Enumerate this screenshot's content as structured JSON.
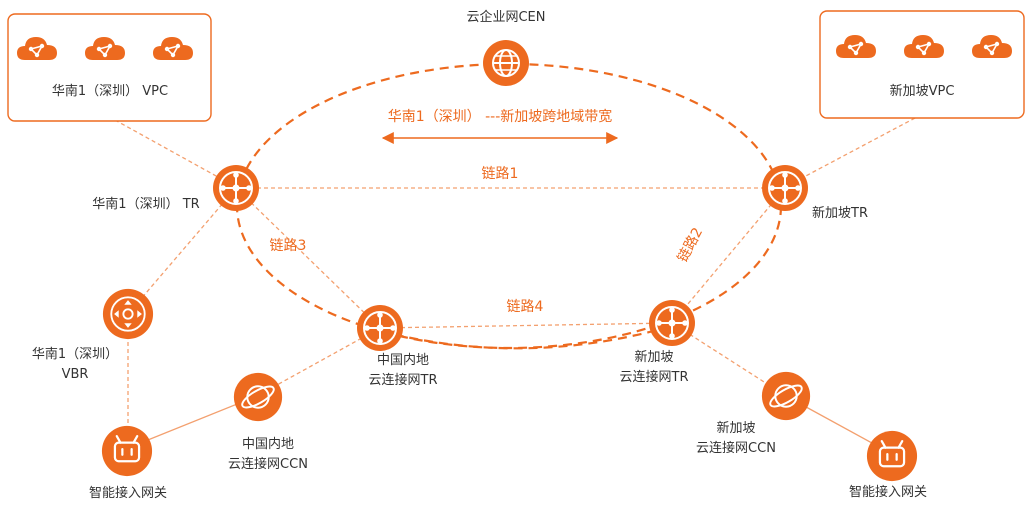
{
  "title": "云企业网CEN",
  "bandwidth_label": "华南1（深圳） ---新加坡跨地域带宽",
  "colors": {
    "accent": "#ED6A1F",
    "accent_light": "#F3A06F",
    "text": "#333333"
  },
  "vpcs": [
    {
      "label": "华南1（深圳） VPC",
      "icons": [
        "cloud-icon",
        "cloud-icon",
        "cloud-icon"
      ]
    },
    {
      "label": "新加坡VPC",
      "icons": [
        "cloud-icon",
        "cloud-icon",
        "cloud-icon"
      ]
    }
  ],
  "nodes": {
    "tr_shenzhen": {
      "label": "华南1（深圳） TR",
      "icon": "router-icon"
    },
    "tr_singapore": {
      "label": "新加坡TR",
      "icon": "router-icon"
    },
    "vbr": {
      "line1": "华南1（深圳）",
      "line2": "VBR",
      "icon": "vbr-icon"
    },
    "tr_cn_ccn": {
      "line1": "中国内地",
      "line2": "云连接网TR",
      "icon": "router-icon"
    },
    "tr_sg_ccn": {
      "line1": "新加坡",
      "line2": "云连接网TR",
      "icon": "router-icon"
    },
    "ccn_cn": {
      "line1": "中国内地",
      "line2": "云连接网CCN",
      "icon": "planet-icon"
    },
    "ccn_sg": {
      "line1": "新加坡",
      "line2": "云连接网CCN",
      "icon": "planet-icon"
    },
    "gw_left": {
      "label": "智能接入网关",
      "icon": "gateway-icon"
    },
    "gw_right": {
      "label": "智能接入网关",
      "icon": "gateway-icon"
    },
    "cen": {
      "icon": "globe-icon"
    }
  },
  "links": {
    "link1": "链路1",
    "link2": "链路2",
    "link3": "链路3",
    "link4": "链路4"
  }
}
